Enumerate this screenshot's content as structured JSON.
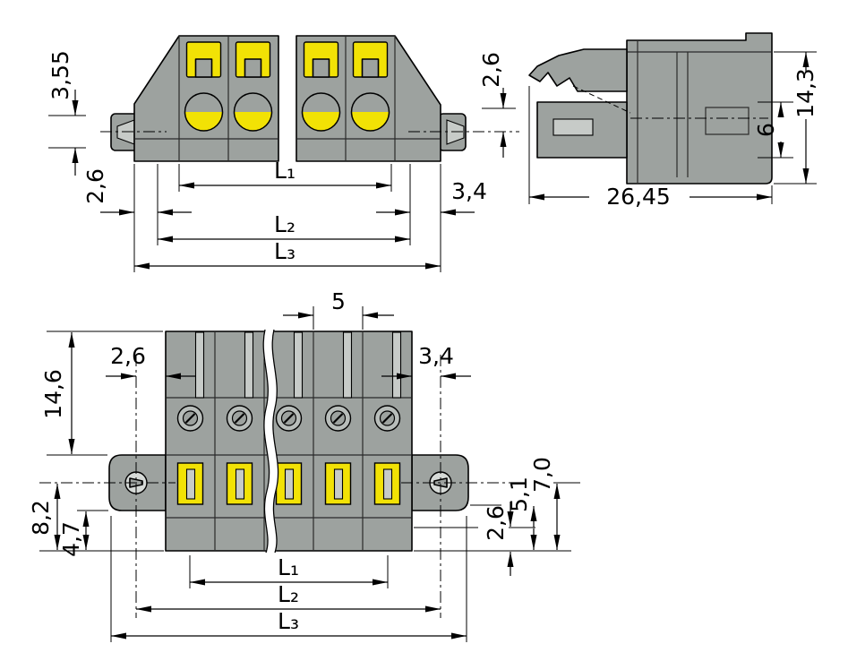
{
  "drawing": {
    "type": "technical-dimension-drawing",
    "subject": "multi-pole female plug connector with fixing flanges",
    "colors": {
      "background": "#ffffff",
      "body_gray": "#9da29f",
      "body_light": "#c7cbc8",
      "accent_yellow": "#f2e205",
      "line": "#000000"
    },
    "views": {
      "front_top": {
        "label": "front view (upper)",
        "dims": {
          "d355": "3,55",
          "d26_left": "2,6",
          "d26_right": "2,6",
          "d34": "3,4",
          "l1": "L₁",
          "l2": "L₂",
          "l3": "L₃"
        }
      },
      "side": {
        "label": "side view",
        "dims": {
          "d2645": "26,45",
          "d143": "14,3",
          "d6": "6"
        }
      },
      "front_bottom": {
        "label": "front view with fixing flanges (lower)",
        "dims": {
          "d5": "5",
          "d26_left": "2,6",
          "d34": "3,4",
          "d146": "14,6",
          "d82": "8,2",
          "d47": "4,7",
          "d26_right": "2,6",
          "d51": "5,1",
          "d70": "7,0",
          "l1": "L₁",
          "l2": "L₂",
          "l3": "L₃"
        }
      }
    }
  }
}
